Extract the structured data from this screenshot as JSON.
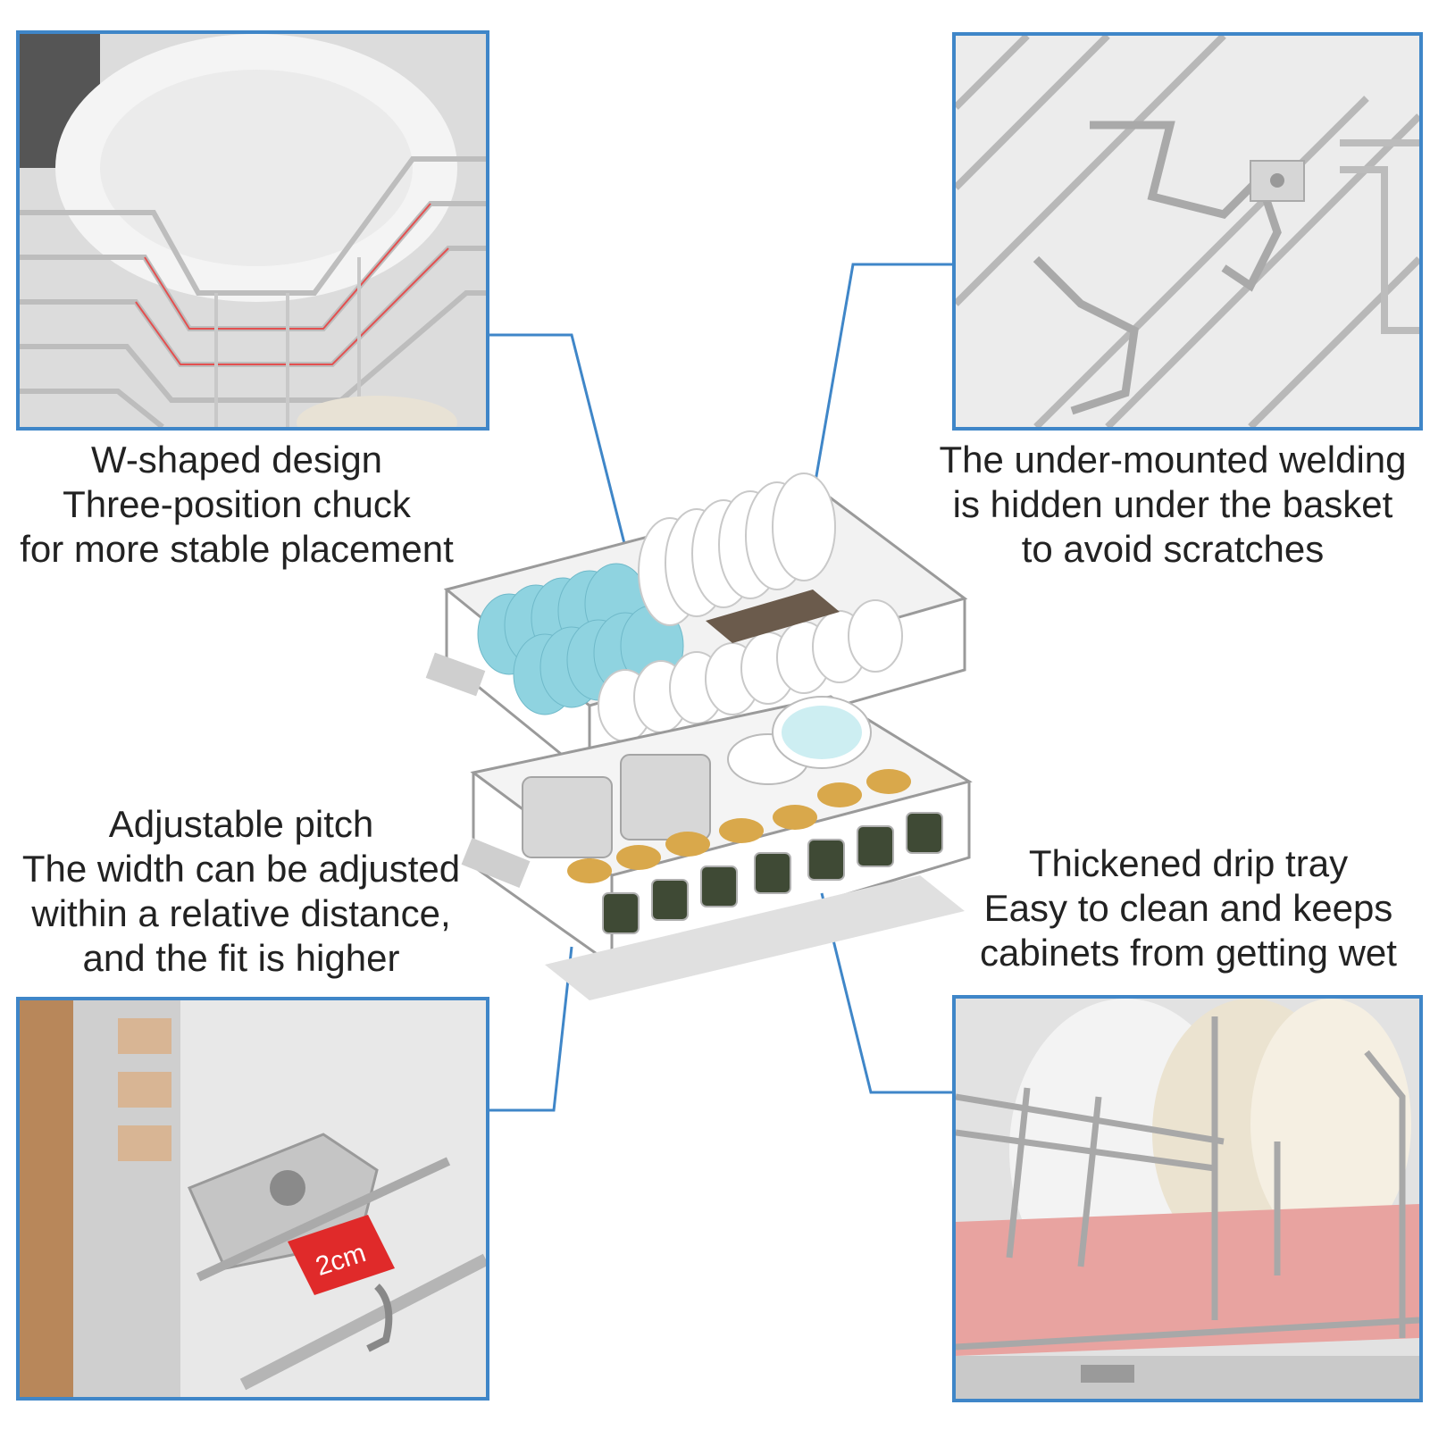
{
  "features": [
    {
      "id": "w-shaped",
      "lines": [
        "W-shaped design",
        "Three-position chuck",
        "for more stable placement"
      ]
    },
    {
      "id": "welding",
      "lines": [
        "The under-mounted welding",
        "is hidden under the basket",
        "to avoid scratches"
      ]
    },
    {
      "id": "pitch",
      "lines": [
        "Adjustable pitch",
        "The width can be adjusted",
        "within a relative distance,",
        "and the fit is higher"
      ]
    },
    {
      "id": "drip-tray",
      "lines": [
        "Thickened drip tray",
        "Easy to clean and keeps",
        "cabinets from getting wet"
      ]
    }
  ],
  "pitch_panel": {
    "measure_label": "2cm"
  },
  "colors": {
    "frame_border": "#3f86c8",
    "connector_line": "#3f86c8",
    "measure_badge": "#e02a2a",
    "drip_tray": "#e8a3a0",
    "bowls": "#8fd3e0"
  }
}
